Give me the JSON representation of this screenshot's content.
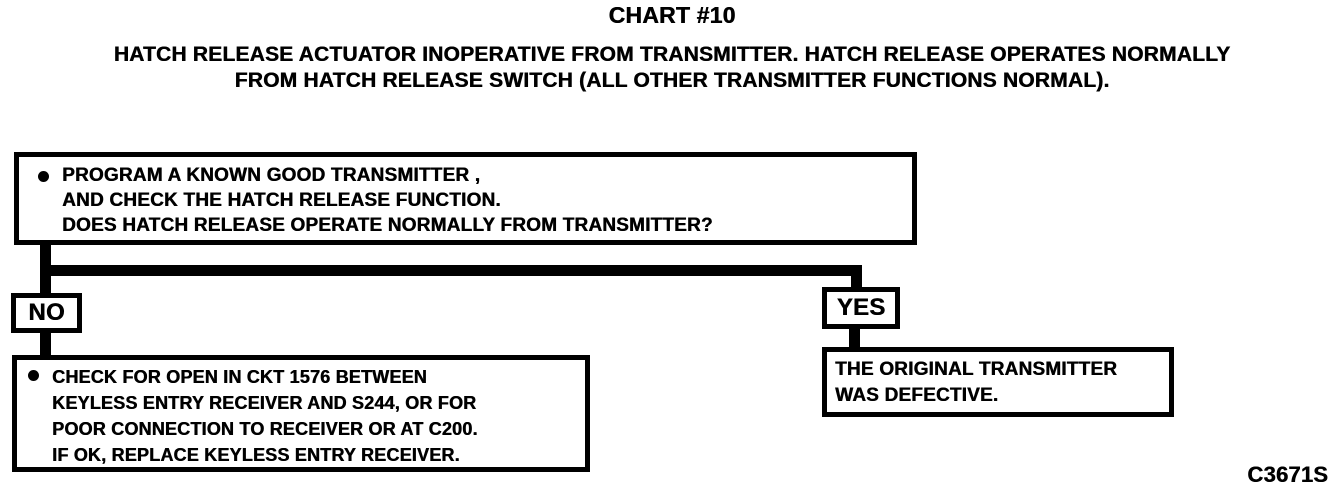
{
  "header": {
    "title": "CHART #10",
    "subtitle_line1": "HATCH RELEASE ACTUATOR INOPERATIVE FROM TRANSMITTER. HATCH RELEASE OPERATES NORMALLY",
    "subtitle_line2": "FROM HATCH RELEASE SWITCH (ALL OTHER TRANSMITTER FUNCTIONS NORMAL)."
  },
  "flowchart": {
    "question_box": {
      "lines": [
        "PROGRAM A KNOWN GOOD TRANSMITTER ,",
        "AND CHECK THE HATCH RELEASE FUNCTION.",
        "DOES HATCH RELEASE OPERATE NORMALLY FROM TRANSMITTER?"
      ]
    },
    "branches": {
      "no_label": "NO",
      "yes_label": "YES"
    },
    "no_result_box": {
      "lines": [
        "CHECK FOR OPEN IN CKT 1576 BETWEEN",
        "KEYLESS ENTRY RECEIVER AND S244, OR FOR",
        "POOR CONNECTION TO RECEIVER OR AT C200.",
        "IF OK, REPLACE KEYLESS ENTRY RECEIVER."
      ]
    },
    "yes_result_box": {
      "lines": [
        "THE ORIGINAL TRANSMITTER",
        "WAS DEFECTIVE."
      ]
    }
  },
  "footer": {
    "figure_code": "C3671S"
  },
  "colors": {
    "ink": "#000000",
    "paper": "#ffffff"
  }
}
